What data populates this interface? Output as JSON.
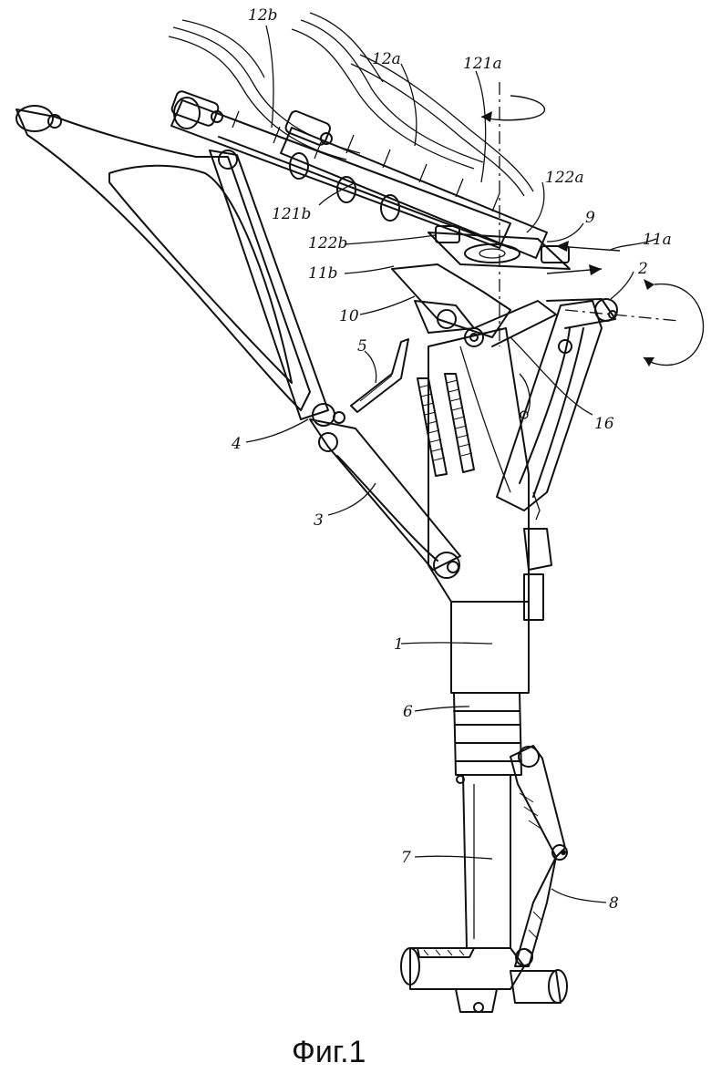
{
  "figure": {
    "caption": "Фиг.1",
    "labels": {
      "l12b": "12b",
      "l12a": "12a",
      "l121a": "121a",
      "l122a": "122a",
      "l9": "9",
      "l11a": "11a",
      "l2": "2",
      "l121b": "121b",
      "l122b": "122b",
      "l11b": "11b",
      "l10": "10",
      "l16": "16",
      "l5": "5",
      "l4": "4",
      "l3": "3",
      "l1": "1",
      "l6": "6",
      "l7": "7",
      "l8": "8"
    }
  }
}
